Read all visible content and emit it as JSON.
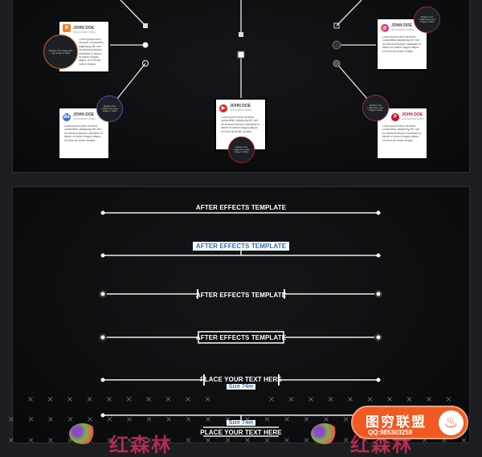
{
  "cards": [
    {
      "platform": "blogger",
      "name": "JOHN DOE",
      "handle": "@Jonathan Dalby",
      "text": "Lorem ipsum dolor sit amet, consectetur adipiscing elit, sed do eiusmod tempor incididunt ut labore et dolore magna aliqua. Ut enim ad minim veniam.",
      "circle_text": "Replace Your Image Here Logo Image or Video",
      "color": "#c8651e"
    },
    {
      "platform": "behance",
      "name": "JOHN DOE",
      "handle": "@Jonathan Dalby",
      "text": "Lorem ipsum dolor sit amet, consectetur adipiscing elit, sed do eiusmod tempor incididunt ut labore et dolore magna aliqua. Ut enim ad minim veniam.",
      "circle_text": "Replace Your Image Here Logo Image or Video",
      "color": "#3a5ba8"
    },
    {
      "platform": "youtube",
      "name": "JOHN DOE",
      "handle": "@Jonathan Dalby",
      "text": "Lorem ipsum dolor sit amet, consectetur adipiscing elit, sed do eiusmod tempor incididunt ut labore et dolore magna aliqua. Ut enim ad minim veniam.",
      "circle_text": "Replace Your Image Here Logo Image or Video",
      "color": "#b01e22"
    },
    {
      "platform": "instagram",
      "name": "JOHN DOE",
      "handle": "@Jonathan Dalby",
      "text": "Lorem ipsum dolor sit amet, consectetur adipiscing elit, sed do eiusmod tempor incididunt ut labore et dolore magna aliqua. Ut enim ad minim veniam.",
      "circle_text": "Replace Your Image Here Logo Image or Video",
      "color": "#8c2a52"
    },
    {
      "platform": "pinterest",
      "name": "JOHN DOE",
      "handle": "@Jonathan Dalby",
      "text": "Lorem ipsum dolor sit amet, consectetur adipiscing elit, sed do eiusmod tempor incididunt ut labore et dolore magna aliqua. Ut enim ad minim veniam.",
      "circle_text": "Replace Your Image Here Logo Image or Video",
      "color": "#b01e3a"
    }
  ],
  "lower_thirds": {
    "title": "AFTER EFFECTS TEMPLATE",
    "place_text": "PLACE YOUR TEXT HERE",
    "size_text": "Size 74m"
  },
  "watermark": {
    "brand": "红森林",
    "badge_title": "图穷联盟",
    "badge_qq": "QQ:985303259"
  },
  "colors": {
    "accent_blue": "#2f6db5",
    "badge": "#f15a22"
  }
}
